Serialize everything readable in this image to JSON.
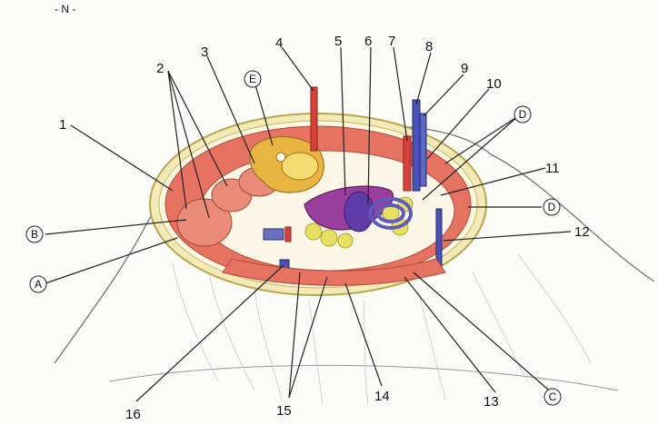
{
  "header_text": "- N -",
  "diagram": {
    "numbers": [
      "1",
      "2",
      "3",
      "4",
      "5",
      "6",
      "7",
      "8",
      "9",
      "10",
      "11",
      "12",
      "13",
      "14",
      "15",
      "16"
    ],
    "letters": [
      "A",
      "B",
      "C",
      "D",
      "E"
    ]
  }
}
